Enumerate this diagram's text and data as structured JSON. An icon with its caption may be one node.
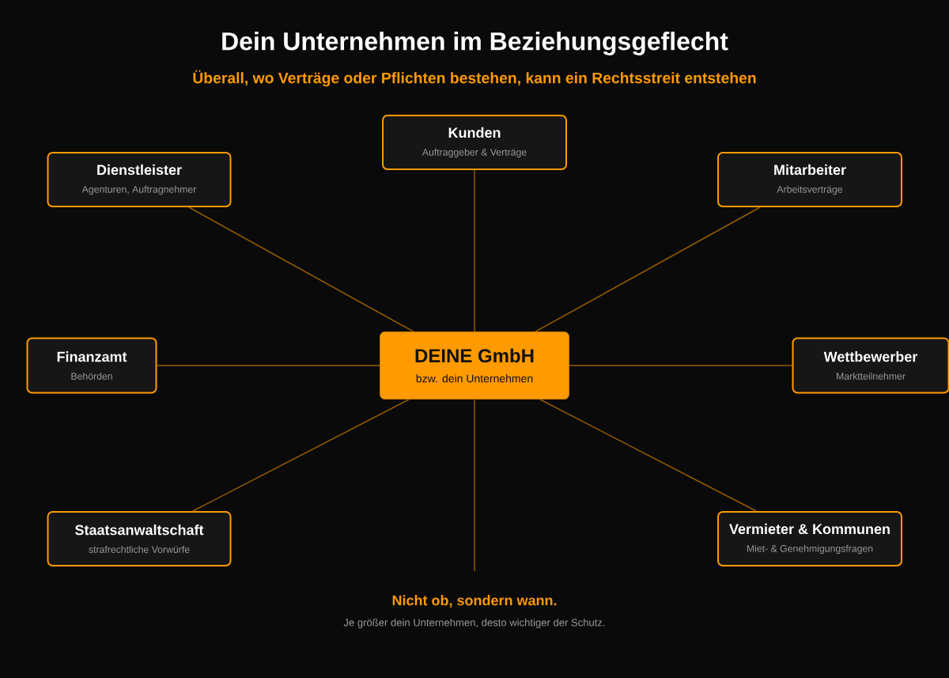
{
  "diagram": {
    "title": "Dein Unternehmen im Beziehungsgeflecht",
    "nodes": [
      {
        "text": [
          "DEINE GmbH",
          "bzw. dein Unternehmen"
        ]
      },
      {
        "text": [
          "Kunden",
          "Auftraggeber & Verträge"
        ]
      },
      {
        "text": [
          "Dienstleister",
          "Agenturen, Auftragnehmer"
        ]
      },
      {
        "text": [
          "Mitarbeiter",
          "Arbeitsverträge"
        ]
      },
      {
        "text": [
          "Finanzamt",
          "Behörden"
        ]
      },
      {
        "text": [
          "Wettbewerber",
          "Marktteilnehmer"
        ]
      },
      {
        "text": [
          "Staatsanwaltschaft",
          "strafrechtliche Vorwürfe"
        ]
      },
      {
        "text": [
          "Vermieter & Kommunen",
          "Miet- & Genehmigungsfragen"
        ]
      }
    ],
    "edges": [
      {
        "from": 0,
        "to": 1,
        "arrow": "none"
      },
      {
        "from": 0,
        "to": 2,
        "arrow": "none"
      },
      {
        "from": 0,
        "to": 3,
        "arrow": "none"
      },
      {
        "from": 0,
        "to": 4,
        "arrow": "none"
      },
      {
        "from": 0,
        "to": 5,
        "arrow": "none"
      },
      {
        "from": 0,
        "to": 6,
        "arrow": "none"
      },
      {
        "from": 0,
        "to": 7,
        "arrow": "none"
      },
      {
        "from": 0,
        "to": null,
        "arrow": "none"
      }
    ],
    "labels": [
      "Überall, wo Verträge oder Pflichten bestehen, kann ein Rechtsstreit entstehen",
      "Nicht ob, sondern wann.",
      "Je größer dein Unternehmen, desto wichtiger der Schutz."
    ]
  }
}
